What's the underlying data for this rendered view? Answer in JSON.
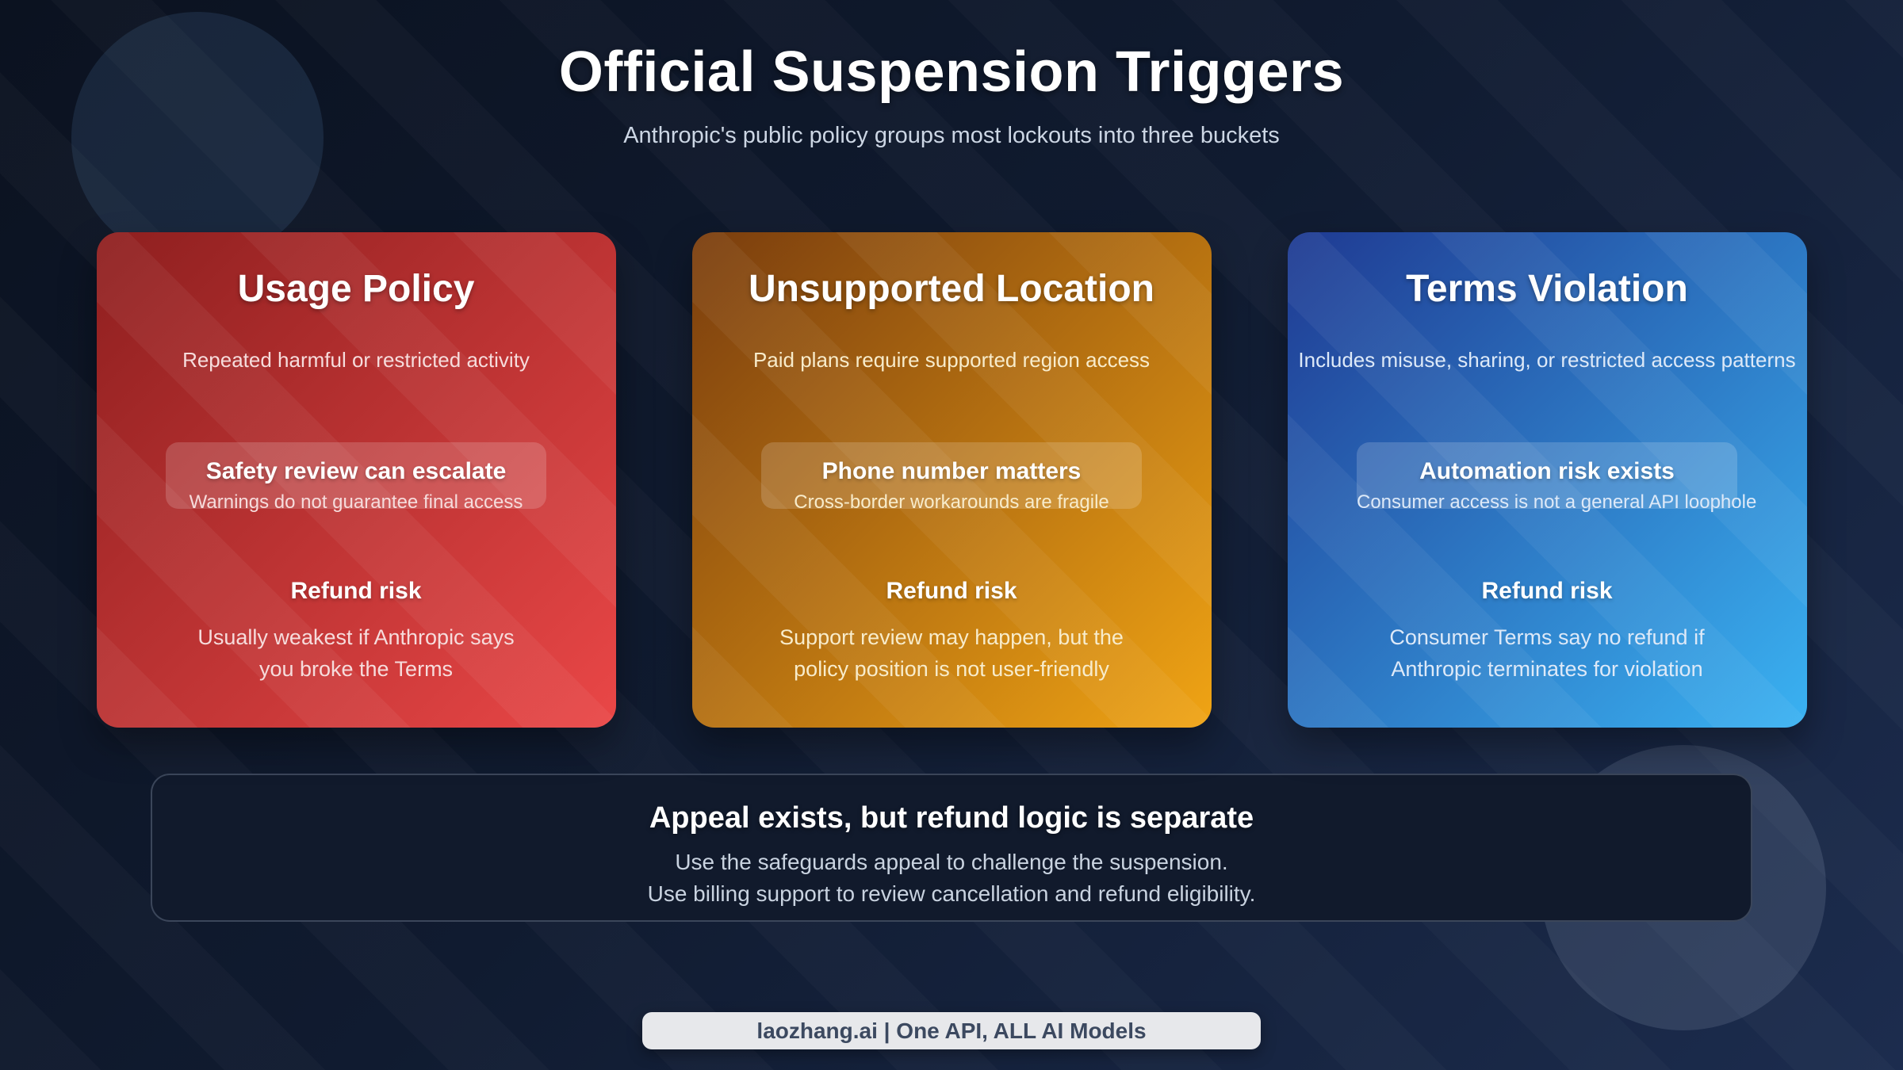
{
  "header": {
    "title": "Official Suspension Triggers",
    "subtitle": "Anthropic's public policy groups most lockouts into three buckets"
  },
  "cards": [
    {
      "title": "Usage Policy",
      "description": "Repeated harmful or restricted activity",
      "highlight_title": "Safety review can escalate",
      "highlight_note": "Warnings do not guarantee final access",
      "refund_heading": "Refund risk",
      "refund_lines": [
        "Usually weakest if Anthropic says",
        "you broke the Terms"
      ],
      "gradient_start": "#8e1f1f",
      "gradient_end": "#ea4747",
      "muted_text": "#f6dcdc"
    },
    {
      "title": "Unsupported Location",
      "description": "Paid plans require supported region access",
      "highlight_title": "Phone number matters",
      "highlight_note": "Cross-border workarounds are fragile",
      "refund_heading": "Refund risk",
      "refund_lines": [
        "Support review may happen, but the",
        "policy position is not user-friendly"
      ],
      "gradient_start": "#7a3d0e",
      "gradient_end": "#f0a414",
      "muted_text": "#f8eccb"
    },
    {
      "title": "Terms Violation",
      "description": "Includes misuse, sharing, or restricted access patterns",
      "highlight_title": "Automation risk exists",
      "highlight_note": "Consumer access is not a general API loophole",
      "refund_heading": "Refund risk",
      "refund_lines": [
        "Consumer Terms say no refund if",
        "Anthropic terminates for violation"
      ],
      "gradient_start": "#1f3a92",
      "gradient_end": "#3ab2f2",
      "muted_text": "#dde9f8"
    }
  ],
  "appeal_panel": {
    "title": "Appeal exists, but refund logic is separate",
    "line1": "Use the safeguards appeal to challenge the suspension.",
    "line2": "Use billing support to review cancellation and refund eligibility."
  },
  "footer": {
    "badge_label": "laozhang.ai | One API, ALL AI Models"
  },
  "theme": {
    "background_start": "#0b1220",
    "background_end": "#1c2c4e",
    "panel_background": "#111a2c",
    "badge_background": "#e7e8eb",
    "badge_text": "#3c4960"
  }
}
